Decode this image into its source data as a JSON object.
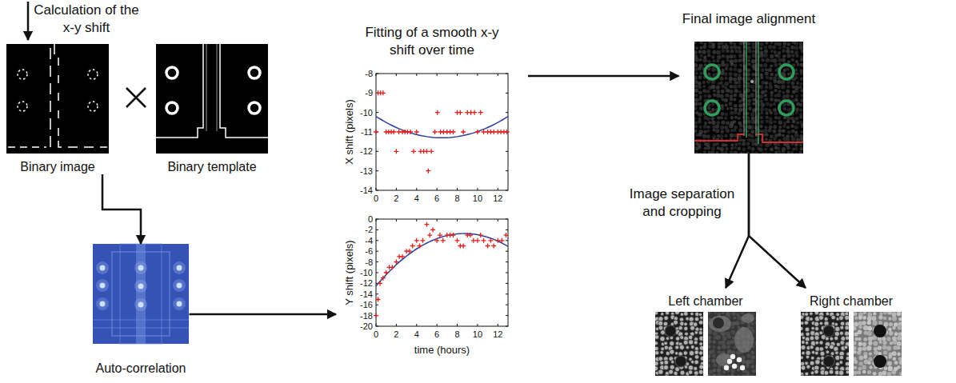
{
  "diagram": {
    "nodes": [
      {
        "text": [
          "Binary image"
        ]
      },
      {
        "text": [
          "Binary template"
        ]
      },
      {
        "text": [
          "Auto-correlation"
        ]
      },
      {
        "text": [
          "Fitting of a smooth x-y shift over time"
        ]
      },
      {
        "text": [
          "Final image alignment"
        ]
      },
      {
        "text": [
          "Left chamber"
        ]
      },
      {
        "text": [
          "Right chamber"
        ]
      }
    ],
    "edges": [
      {
        "from": 0,
        "to": 2,
        "arrow": "to"
      },
      {
        "from": 2,
        "to": 3,
        "arrow": "to"
      },
      {
        "from": 3,
        "to": 4,
        "arrow": "to"
      },
      {
        "from": 4,
        "to": 5,
        "arrow": "to"
      },
      {
        "from": 4,
        "to": 6,
        "arrow": "to"
      }
    ],
    "labels": [
      "Calculation of the x-y shift",
      "X shift (pixels)",
      "-8",
      "-9",
      "-10",
      "-11",
      "-12",
      "-13",
      "-14",
      "0",
      "2",
      "4",
      "6",
      "8",
      "10",
      "12",
      "Y shift (pixels)",
      "0",
      "-2",
      "-4",
      "-6",
      "-8",
      "-10",
      "-12",
      "-14",
      "-16",
      "-18",
      "-20",
      "0",
      "2",
      "4",
      "6",
      "8",
      "10",
      "12",
      "time (hours)",
      "Image separation and cropping"
    ]
  }
}
